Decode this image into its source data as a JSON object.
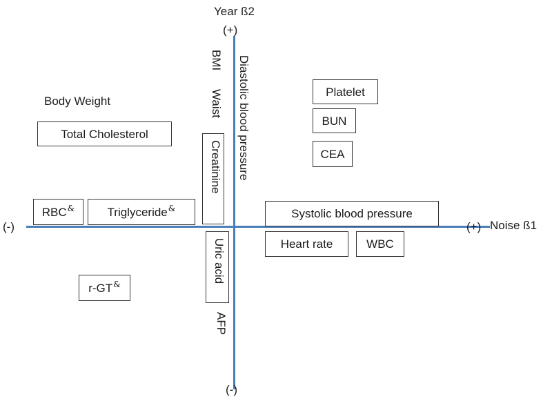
{
  "axes": {
    "y_title": "Year ß2",
    "y_pos": "(+)",
    "y_neg": "(-)",
    "x_title": "Noise  ß1",
    "x_pos": "(+)",
    "x_neg": "(-)"
  },
  "labels": {
    "body_weight": "Body Weight",
    "bmi": "BMI",
    "waist": "Waist",
    "diastolic": "Diastolic blood pressure",
    "afp": "AFP"
  },
  "boxes": {
    "total_cholesterol": "Total Cholesterol",
    "creatinine": "Creatinine",
    "rbc": "RBC",
    "triglyceride": "Triglyceride",
    "r_gt": "r-GT",
    "uric_acid": "Uric acid",
    "platelet": "Platelet",
    "bun": "BUN",
    "cea": "CEA",
    "systolic": "Systolic blood pressure",
    "heart_rate": "Heart rate",
    "wbc": "WBC"
  },
  "marker": "&"
}
